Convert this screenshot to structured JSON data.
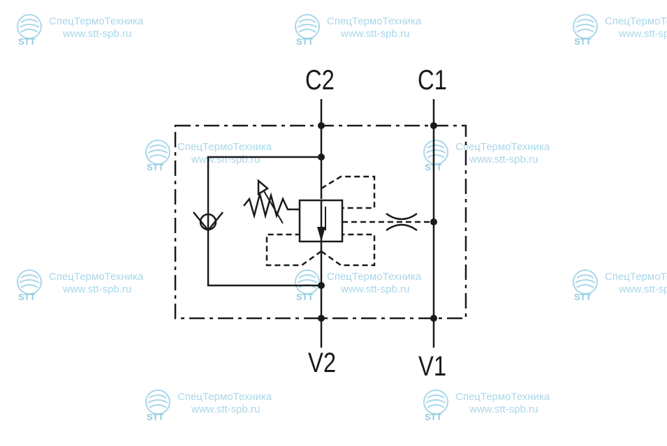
{
  "ports": {
    "c2": "C2",
    "c1": "C1",
    "v2": "V2",
    "v1": "V1"
  },
  "watermark": {
    "name": "СпецТермоТехника",
    "url": "www.stt-spb.ru",
    "abbr": "STT",
    "color": "#a9d7e9"
  },
  "colors": {
    "line": "#1a1a1a",
    "background": "#ffffff"
  }
}
